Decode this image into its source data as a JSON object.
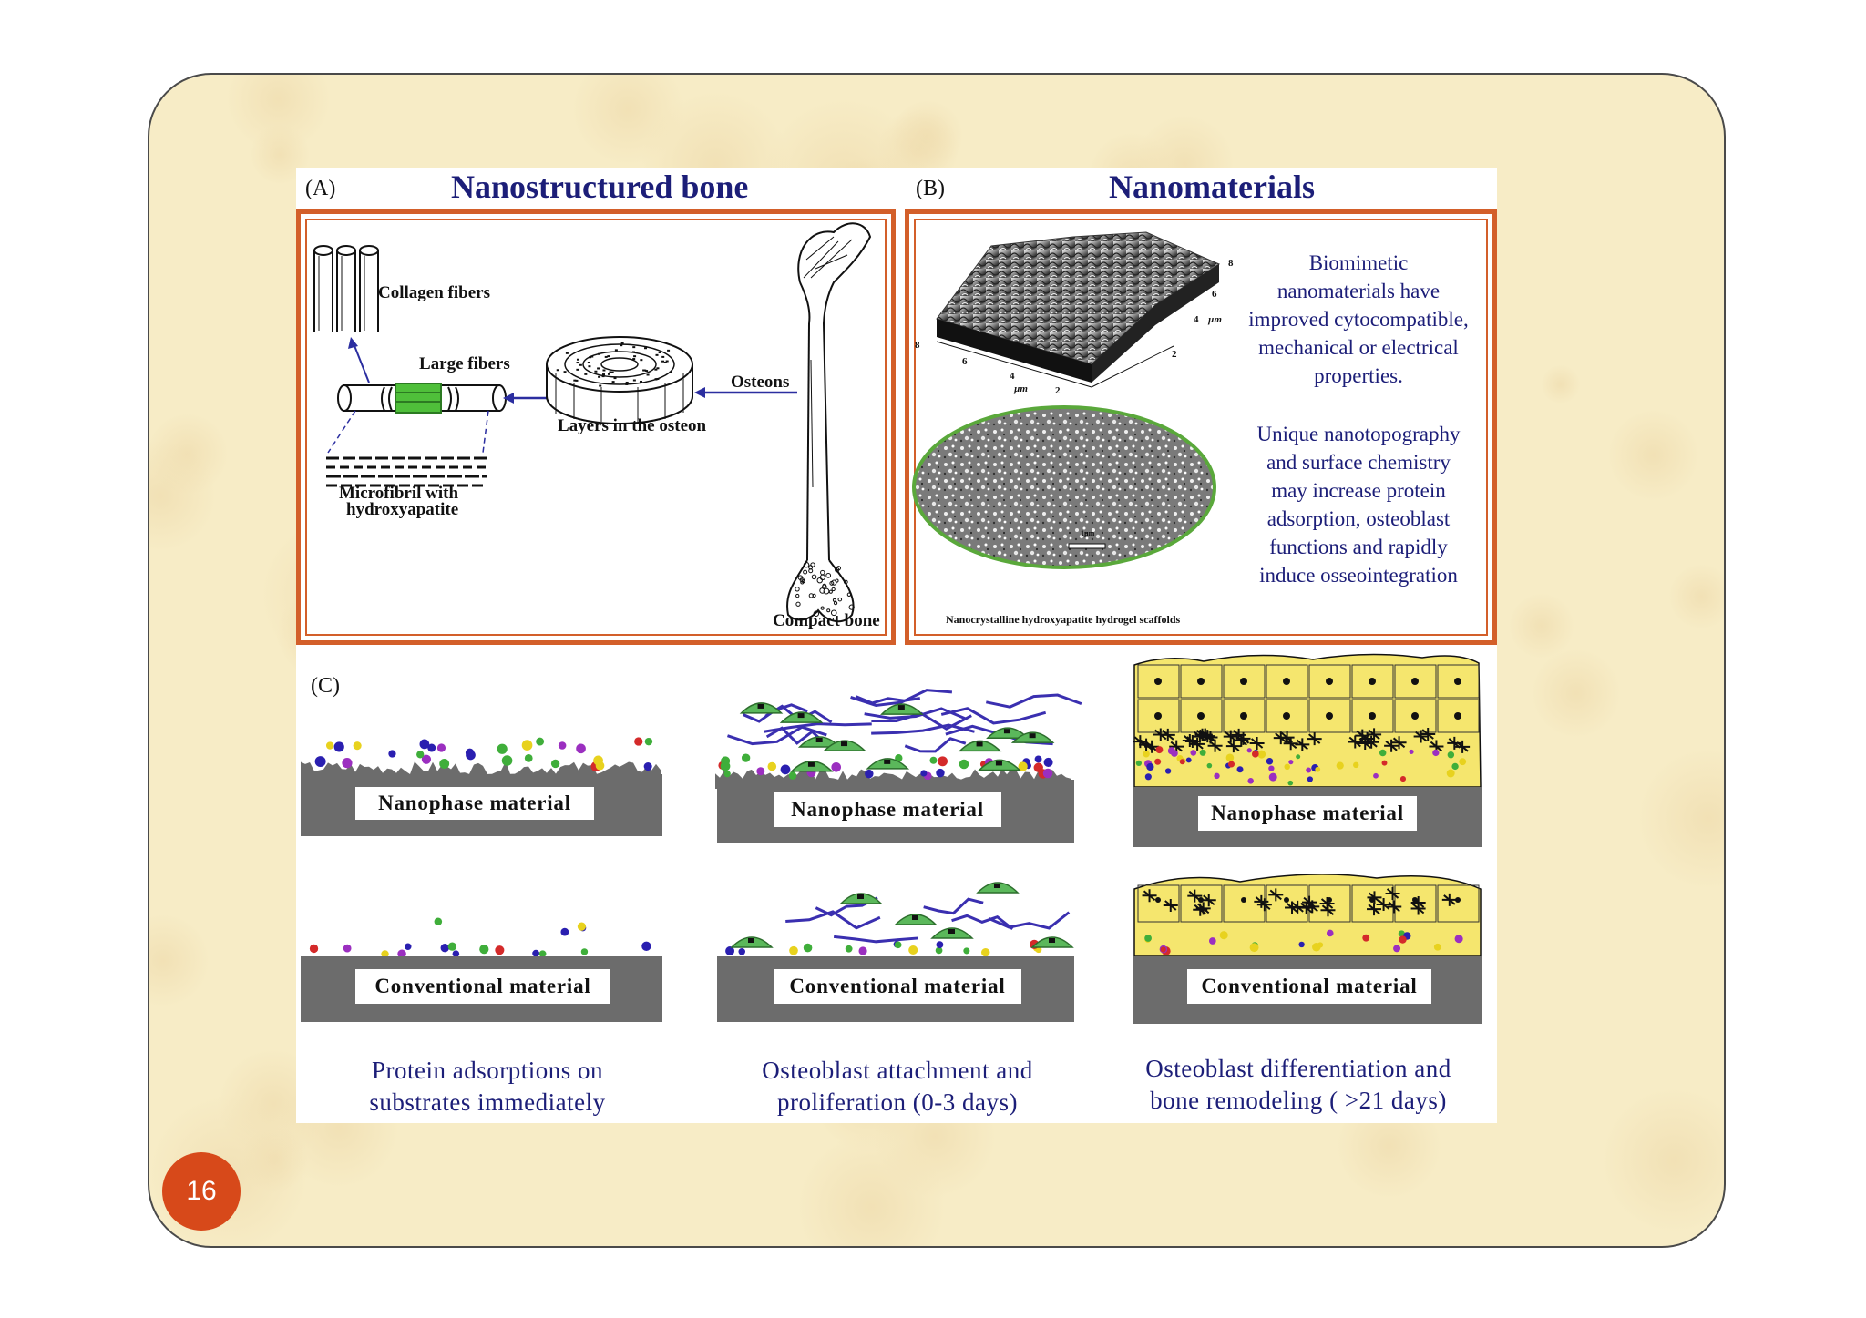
{
  "slide_number": "16",
  "panel_a": {
    "letter": "(A)",
    "title": "Nanostructured bone",
    "labels": {
      "collagen": "Collagen fibers",
      "large": "Large fibers",
      "osteons": "Osteons",
      "layers": "Layers in the osteon",
      "microfibril_1": "Microfibril with",
      "microfibril_2": "hydroxyapatite",
      "compact": "Compact bone"
    }
  },
  "panel_b": {
    "letter": "(B)",
    "title": "Nanomaterials",
    "text1": [
      "Biomimetic",
      "nanomaterials have",
      "improved cytocompatible,",
      "mechanical or electrical",
      "properties."
    ],
    "text2": [
      "Unique nanotopography",
      "and surface chemistry",
      "may increase protein",
      "adsorption, osteoblast",
      "functions and rapidly",
      "induce osseointegration"
    ],
    "sem_caption": "Nanocrystalline hydroxyapatite hydrogel scaffolds",
    "scale_bar": "1µm",
    "axis_ticks_left": [
      "8",
      "6",
      "4",
      "2"
    ],
    "axis_ticks_right": [
      "8",
      "6",
      "4",
      "2"
    ],
    "axis_unit": "µm"
  },
  "panel_c": {
    "letter": "(C)",
    "nano_label": "Nanophase material",
    "conv_label": "Conventional material",
    "captions": [
      [
        "Protein adsorptions on",
        "substrates immediately"
      ],
      [
        "Osteoblast attachment and",
        "proliferation (0-3 days)"
      ],
      [
        "Osteoblast differentiation and",
        "bone remodeling ( >21 days)"
      ]
    ]
  },
  "colors": {
    "title_blue": "#1c1e78",
    "frame_orange": "#d35f2a",
    "badge_orange": "#d7491a",
    "substrate_gray": "#6c6c6c",
    "cell_yellow": "#f5e66e",
    "cell_green": "#5bb85b",
    "fiber_blue": "#3a2fb0",
    "slide_bg": "#f7ecc6"
  }
}
